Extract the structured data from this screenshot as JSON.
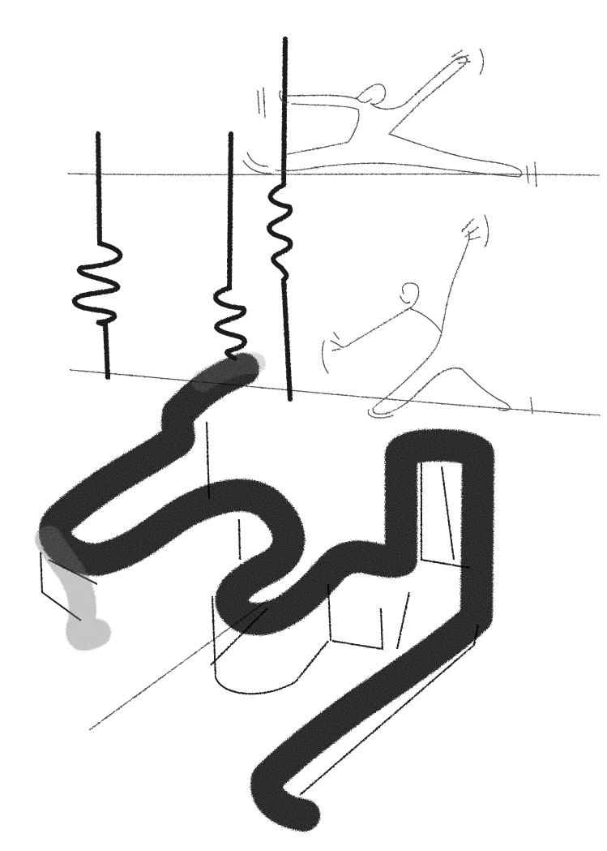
{
  "artwork": {
    "background_color": "#ffffff",
    "ink_color": "#1c1c1c",
    "pencil_color": "#4a4a4a",
    "figures": [
      "dancer-upper",
      "dancer-lower"
    ],
    "motifs": [
      "vertical-springs",
      "thick-tube",
      "floor-lines"
    ]
  }
}
